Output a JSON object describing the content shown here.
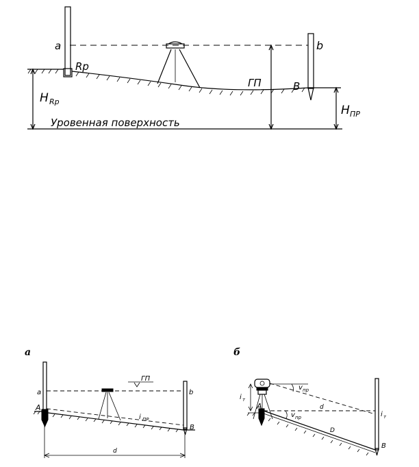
{
  "figure_top": {
    "label_a": "a",
    "label_b": "b",
    "label_Rp": "Rp",
    "label_HRp_main": "H",
    "label_HRp_sub": "Rp",
    "label_GP": "ГП",
    "label_B": "B",
    "label_Hpr_main": "H",
    "label_Hpr_sub": "ПР",
    "level_surface": "Уровенная  поверхность"
  },
  "figure_bottom_left": {
    "panel_letter": "а",
    "label_a": "a",
    "label_b": "b",
    "label_A": "A",
    "label_B": "B",
    "label_GP": "ГП",
    "label_i_main": "i",
    "label_i_sub": "ПР",
    "label_d": "d"
  },
  "figure_bottom_right": {
    "panel_letter": "б",
    "label_iT_left_main": "i",
    "label_iT_left_sub": "т",
    "label_iT_right_main": "i",
    "label_iT_right_sub": "т",
    "label_v_top_main": "v",
    "label_v_top_sub": "пр",
    "label_v_bot_main": "v",
    "label_v_bot_sub": "пр",
    "label_d": "d",
    "label_D": "D",
    "label_A": "A",
    "label_B": "B"
  }
}
